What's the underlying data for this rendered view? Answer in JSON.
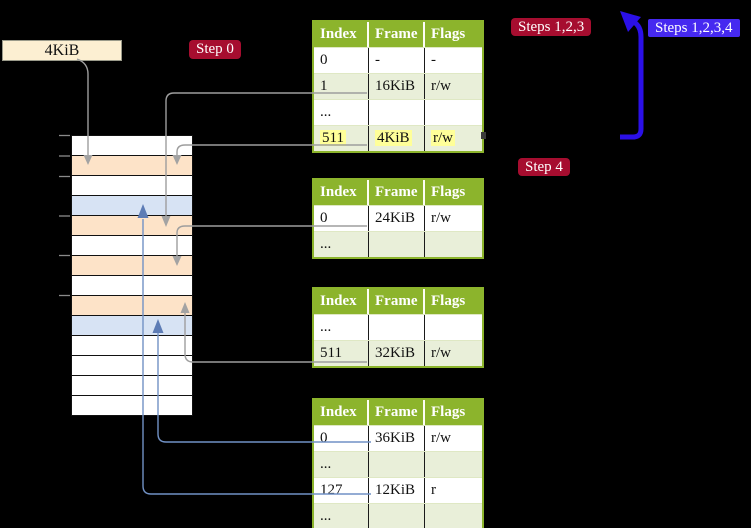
{
  "labels": {
    "page_size": "4KiB",
    "step0": "Step 0",
    "steps123": "Steps 1,2,3",
    "steps1234": "Steps 1,2,3,4",
    "step4": "Step 4"
  },
  "colors": {
    "table_header_green": "#8cb42c",
    "table_row_green": "#e9efd9",
    "highlight_yellow": "#ffff99",
    "badge_red": "#a60d2f",
    "badge_blue": "#4629f0",
    "big_arrow_blue": "#2b10e8",
    "connector_gray": "#9e9e9e",
    "connector_blue": "#7191c5",
    "memory_frame_peach": "#fde3c8",
    "memory_page_blue": "#d7e3f4"
  },
  "tables": [
    {
      "headers": [
        "Index",
        "Frame",
        "Flags"
      ],
      "rows": [
        {
          "cells": [
            "0",
            "-",
            "-"
          ]
        },
        {
          "cells": [
            "1",
            "16KiB",
            "r/w"
          ]
        },
        {
          "cells": [
            "...",
            "",
            ""
          ]
        },
        {
          "cells": [
            "511",
            "4KiB",
            "r/w"
          ]
        }
      ]
    },
    {
      "headers": [
        "Index",
        "Frame",
        "Flags"
      ],
      "rows": [
        {
          "cells": [
            "0",
            "24KiB",
            "r/w"
          ]
        },
        {
          "cells": [
            "...",
            "",
            ""
          ]
        }
      ]
    },
    {
      "headers": [
        "Index",
        "Frame",
        "Flags"
      ],
      "rows": [
        {
          "cells": [
            "...",
            "",
            ""
          ]
        },
        {
          "cells": [
            "511",
            "32KiB",
            "r/w"
          ]
        }
      ]
    },
    {
      "headers": [
        "Index",
        "Frame",
        "Flags"
      ],
      "rows": [
        {
          "cells": [
            "0",
            "36KiB",
            "r/w"
          ]
        },
        {
          "cells": [
            "...",
            "",
            ""
          ]
        },
        {
          "cells": [
            "127",
            "12KiB",
            "r"
          ]
        },
        {
          "cells": [
            "...",
            "",
            ""
          ]
        }
      ]
    }
  ],
  "memory": {
    "rows": [
      "white",
      "peach",
      "white",
      "blue",
      "peach",
      "white",
      "peach",
      "white",
      "peach",
      "blue",
      "white",
      "white",
      "white",
      "white"
    ]
  }
}
